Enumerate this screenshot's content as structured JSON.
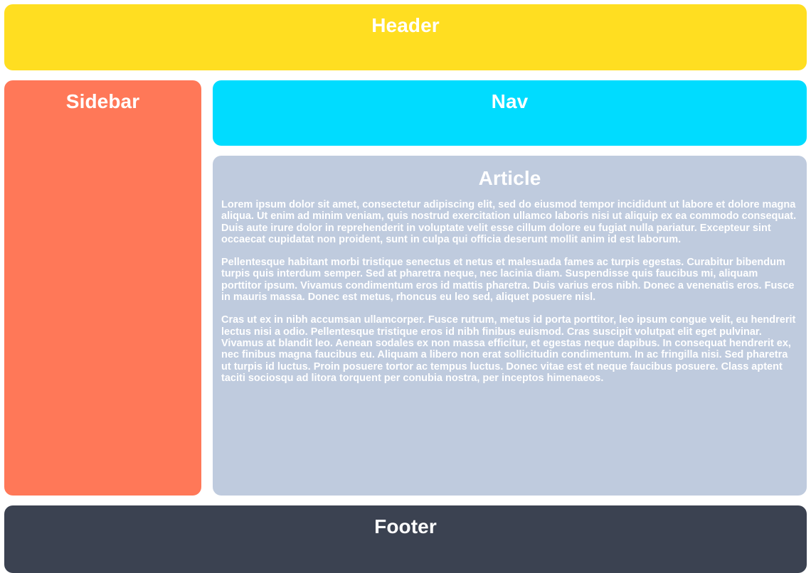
{
  "layout": {
    "regions": {
      "header": {
        "title": "Header",
        "color": "#FFDE21"
      },
      "sidebar": {
        "title": "Sidebar",
        "color": "#FF7858"
      },
      "nav": {
        "title": "Nav",
        "color": "#00DCFF"
      },
      "article": {
        "title": "Article",
        "color": "#BFCBDE",
        "paragraphs": [
          "Lorem ipsum dolor sit amet, consectetur adipiscing elit, sed do eiusmod tempor incididunt ut labore et dolore magna aliqua. Ut enim ad minim veniam, quis nostrud exercitation ullamco laboris nisi ut aliquip ex ea commodo consequat. Duis aute irure dolor in reprehenderit in voluptate velit esse cillum dolore eu fugiat nulla pariatur. Excepteur sint occaecat cupidatat non proident, sunt in culpa qui officia deserunt mollit anim id est laborum.",
          "Pellentesque habitant morbi tristique senectus et netus et malesuada fames ac turpis egestas. Curabitur bibendum turpis quis interdum semper. Sed at pharetra neque, nec lacinia diam. Suspendisse quis faucibus mi, aliquam porttitor ipsum. Vivamus condimentum eros id mattis pharetra. Duis varius eros nibh. Donec a venenatis eros. Fusce in mauris massa. Donec est metus, rhoncus eu leo sed, aliquet posuere nisl.",
          "Cras ut ex in nibh accumsan ullamcorper. Fusce rutrum, metus id porta porttitor, leo ipsum congue velit, eu hendrerit lectus nisi a odio. Pellentesque tristique eros id nibh finibus euismod. Cras suscipit volutpat elit eget pulvinar. Vivamus at blandit leo. Aenean sodales ex non massa efficitur, et egestas neque dapibus. In consequat hendrerit ex, nec finibus magna faucibus eu. Aliquam a libero non erat sollicitudin condimentum. In ac fringilla nisi. Sed pharetra ut turpis id luctus. Proin posuere tortor ac tempus luctus. Donec vitae est et neque faucibus posuere. Class aptent taciti sociosqu ad litora torquent per conubia nostra, per inceptos himenaeos."
        ]
      },
      "footer": {
        "title": "Footer",
        "color": "#3B4251"
      }
    }
  }
}
